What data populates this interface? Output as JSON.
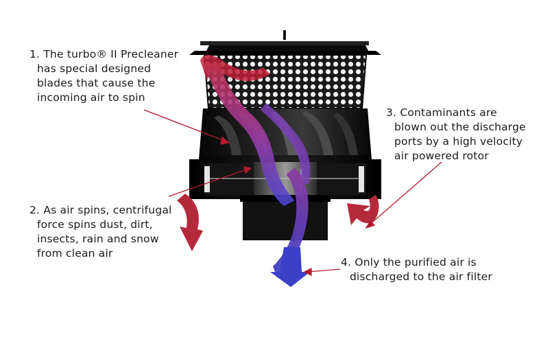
{
  "callouts": {
    "c1": {
      "line1": "1. The turbo® II Precleaner",
      "line2": "has special designed",
      "line3": "blades that cause the",
      "line4": "incoming air to spin"
    },
    "c2": {
      "line1": "2. As air spins, centrifugal",
      "line2": "force spins dust, dirt,",
      "line3": "insects, rain and snow",
      "line4": "from clean air"
    },
    "c3": {
      "line1": "3. Contaminants are",
      "line2": "blown out the discharge",
      "line3": "ports by a high velocity",
      "line4": "air powered rotor"
    },
    "c4": {
      "line1": "4. Only the purified air is",
      "line2": "discharged to the air filter"
    }
  },
  "colors": {
    "leader": "#b51a2e",
    "contaminant_flow": "#b52a3a",
    "clean_flow": "#3a3fc8",
    "body": "#111111"
  }
}
